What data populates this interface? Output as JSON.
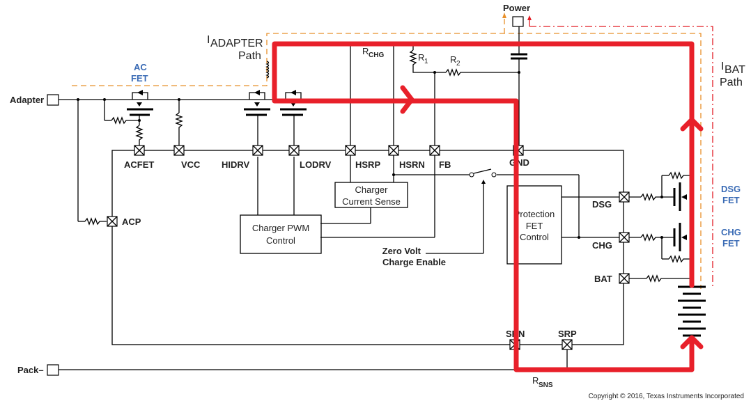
{
  "diagram": {
    "type": "circuit-schematic",
    "terminals": {
      "adapter": "Adapter",
      "power": "Power",
      "pack_minus": "Pack–"
    },
    "paths": {
      "iadapter_I": "I",
      "iadapter_sub": "ADAPTER",
      "iadapter_path": "Path",
      "ibat_I": "I",
      "ibat_sub": "BAT",
      "ibat_path": "Path"
    },
    "fets": {
      "ac_fet_1": "AC",
      "ac_fet_2": "FET",
      "dsg_fet_1": "DSG",
      "dsg_fet_2": "FET",
      "chg_fet_1": "CHG",
      "chg_fet_2": "FET"
    },
    "pins": {
      "acfet": "ACFET",
      "vcc": "VCC",
      "hidrv": "HIDRV",
      "lodrv": "LODRV",
      "hsrp": "HSRP",
      "hsrn": "HSRN",
      "fb": "FB",
      "gnd": "GND",
      "acp": "ACP",
      "dsg": "DSG",
      "chg": "CHG",
      "bat": "BAT",
      "srn": "SRN",
      "srp": "SRP"
    },
    "resistors": {
      "rchg_R": "R",
      "rchg_sub": "CHG",
      "r1_R": "R",
      "r1_sub": "1",
      "r2_R": "R",
      "r2_sub": "2",
      "rsns_R": "R",
      "rsns_sub": "SNS"
    },
    "blocks": {
      "current_sense_1": "Charger",
      "current_sense_2": "Current Sense",
      "pwm_1": "Charger PWM",
      "pwm_2": "Control",
      "protection_1": "Protection",
      "protection_2": "FET",
      "protection_3": "Control"
    },
    "annotations": {
      "zero_volt_1": "Zero Volt",
      "zero_volt_2": "Charge Enable"
    },
    "colors": {
      "adapter_path": "#e8902a",
      "bat_path": "#e21b23",
      "highlight": "#e8202a",
      "fet_label": "#3a6bb5"
    },
    "copyright": "Copyright © 2016, Texas Instruments Incorporated"
  }
}
